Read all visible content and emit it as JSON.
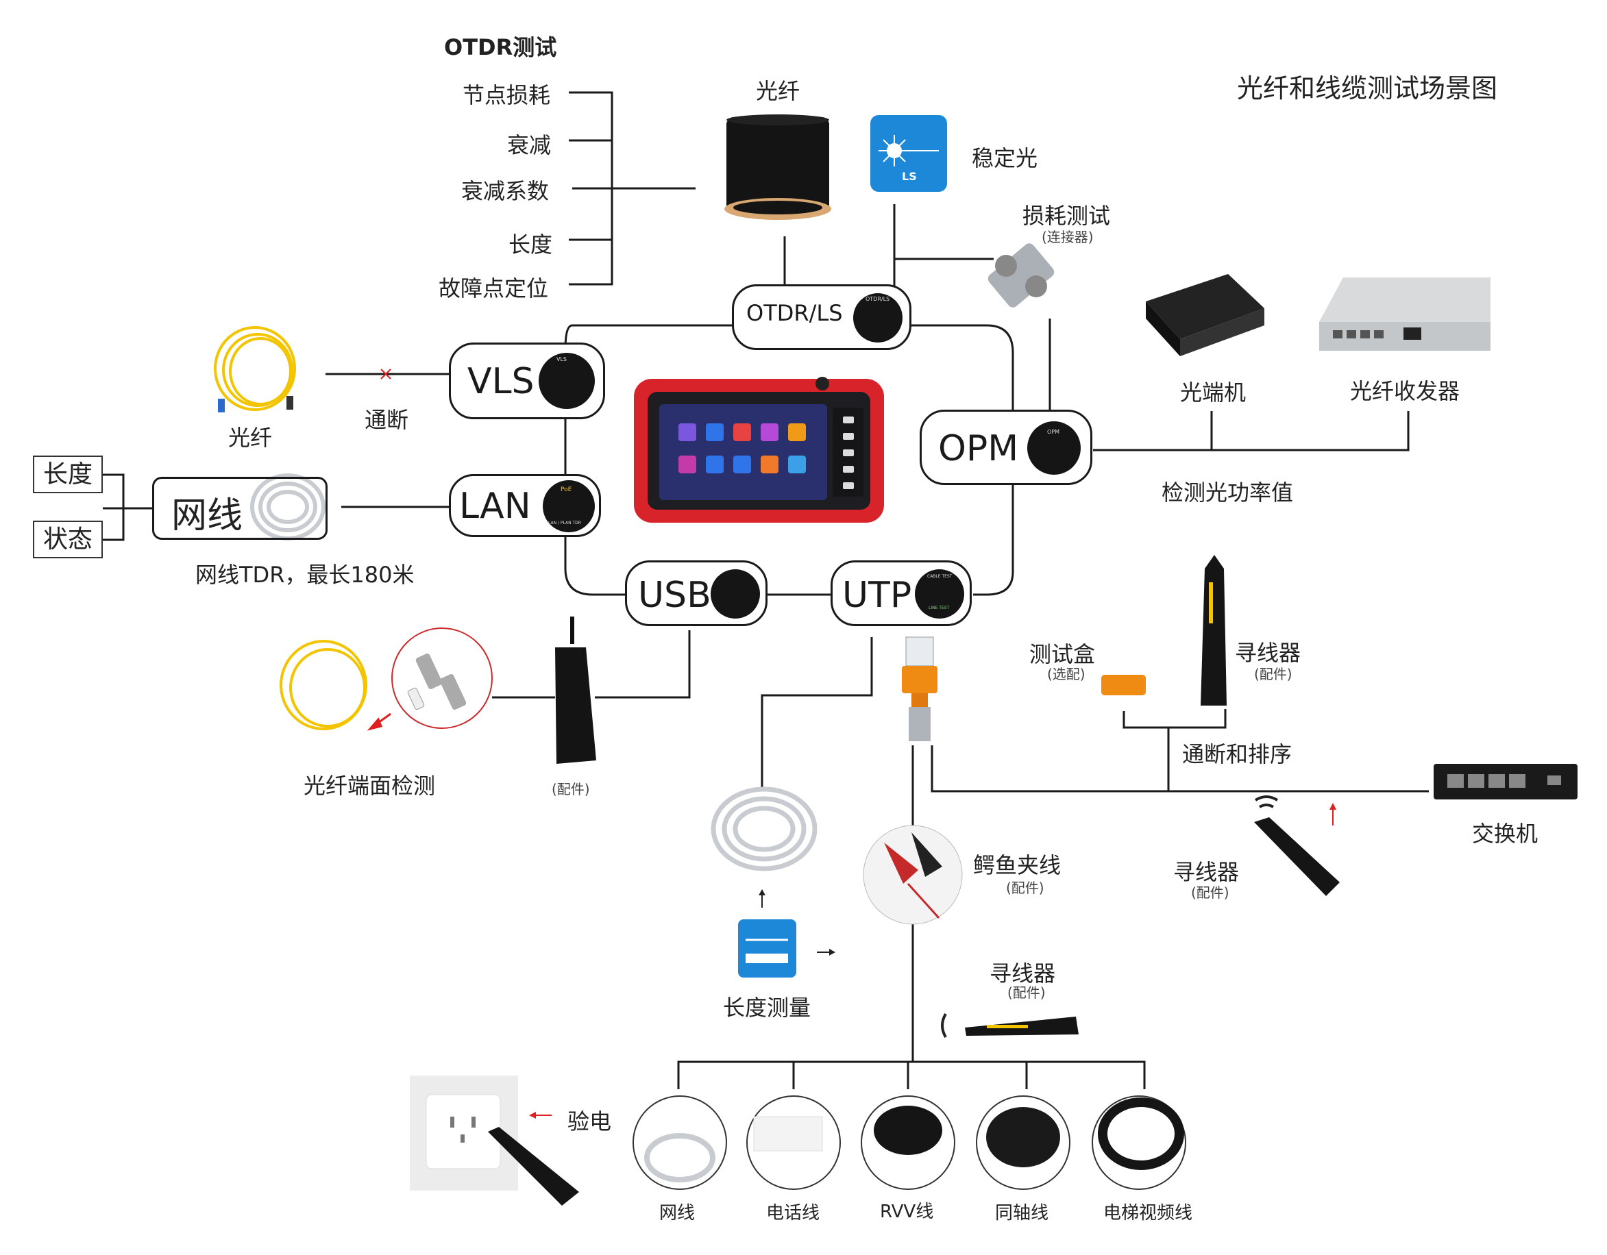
{
  "title": "光纤和线缆测试场景图",
  "otdr": {
    "heading": "OTDR测试",
    "items": [
      "节点损耗",
      "衰减",
      "衰减系数",
      "长度",
      "故障点定位"
    ]
  },
  "fiber_label": "光纤",
  "light_source": {
    "label": "稳定光",
    "badge": "LS"
  },
  "loss_test": {
    "label": "损耗测试",
    "sub": "(连接器)"
  },
  "ports": {
    "otdr_ls": "OTDR/LS",
    "vls": "VLS",
    "lan": "LAN",
    "opm": "OPM",
    "usb": "USB",
    "utp": "UTP"
  },
  "port_icon_text": {
    "otdr_ls": "OTDR/LS",
    "vls": "VLS",
    "lan_poe": "PoE",
    "lan_bottom": "LAN / PLAN TDR",
    "opm": "OPM",
    "utp_top": "CABLE TEST",
    "utp_bottom": "LINE TEST"
  },
  "vls_side": {
    "fiber": "光纤",
    "continuity": "通断"
  },
  "network_cable": {
    "label": "网线",
    "length_box": "长度",
    "status_box": "状态",
    "tdr_note": "网线TDR，最长180米"
  },
  "fiber_endface": {
    "label": "光纤端面检测",
    "accessory": "(配件)"
  },
  "opm_side": {
    "terminal": "光端机",
    "transceiver": "光纤收发器",
    "measure": "检测光功率值"
  },
  "tester_box": {
    "label": "测试盒",
    "sub": "(选配)"
  },
  "tracer_top": {
    "label": "寻线器",
    "sub": "(配件)"
  },
  "continuity_order": "通断和排序",
  "switch_label": "交换机",
  "tracer_mid": {
    "label": "寻线器",
    "sub": "(配件)"
  },
  "alligator": {
    "label": "鳄鱼夹线",
    "sub": "(配件)"
  },
  "length_measure": "长度测量",
  "tracer_bottom": {
    "label": "寻线器",
    "sub": "(配件)"
  },
  "voltage_test": "验电",
  "cables": [
    "网线",
    "电话线",
    "RVV线",
    "同轴线",
    "电梯视频线"
  ],
  "colors": {
    "device_red": "#d8232a",
    "line": "#1a1a1a",
    "ls_blue": "#1e88d8",
    "fiber_yellow": "#f2c500",
    "cable_gray": "#c8ccd0",
    "adapter_orange": "#ef8a12",
    "arrow_red": "#e02020"
  }
}
